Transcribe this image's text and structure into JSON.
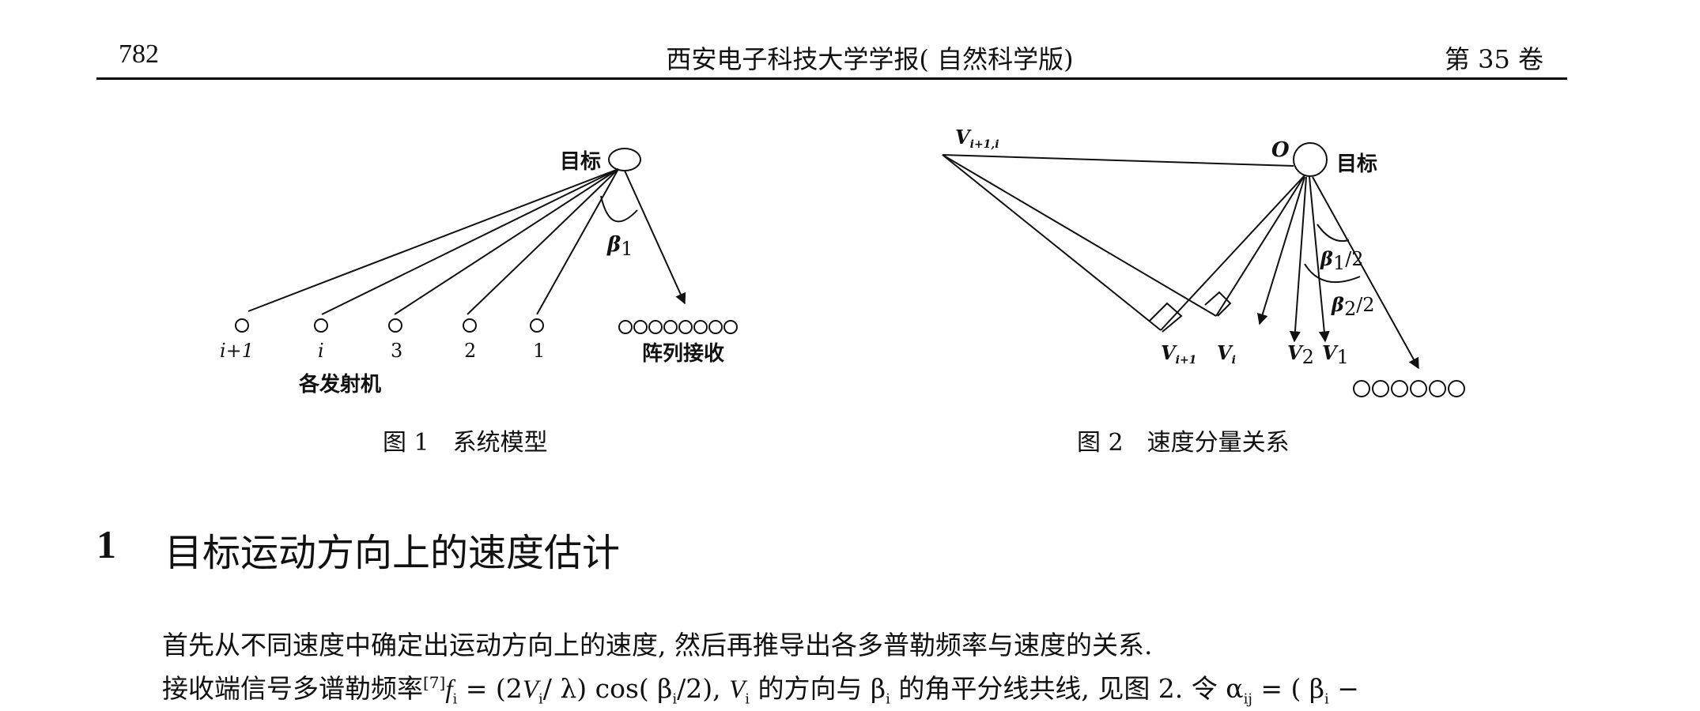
{
  "header": {
    "page_number": "782",
    "journal": "西安电子科技大学学报( 自然科学版)",
    "volume": "第 35 卷"
  },
  "figure1": {
    "target_label": "目标",
    "angle_label": "β",
    "angle_sub": "1",
    "transmitter_labels": [
      "i+1",
      "i",
      "3",
      "2",
      "1"
    ],
    "transmitters_label": "各发射机",
    "receiver_label": "阵列接收",
    "caption": "图 1　系统模型"
  },
  "figure2": {
    "origin_label": "O",
    "target_label": "目标",
    "composite_label": "V",
    "composite_sub": "i+1,i",
    "v_labels": [
      {
        "base": "V",
        "sub": "i+1"
      },
      {
        "base": "V",
        "sub": "i"
      },
      {
        "base": "V",
        "sub": "2"
      },
      {
        "base": "V",
        "sub": "1"
      }
    ],
    "angle1": {
      "base": "β",
      "sub": "1",
      "tail": "/2"
    },
    "angle2": {
      "base": "β",
      "sub": "2",
      "tail": "/2"
    },
    "caption": "图 2　速度分量关系"
  },
  "section": {
    "number": "1",
    "title": "目标运动方向上的速度估计"
  },
  "paragraphs": {
    "p1": "首先从不同速度中确定出运动方向上的速度, 然后再推导出各多普勒频率与速度的关系.",
    "p2_a": "接收端信号多谱勒频率",
    "p2_ref": "[7]",
    "p2_f": "f",
    "p2_fsub": "i",
    "p2_b": " =  (2",
    "p2_v": "V",
    "p2_vsub": "i",
    "p2_c": "/ λ) cos( β",
    "p2_bsub": "i",
    "p2_d": "/2),  ",
    "p2_v2": "V",
    "p2_v2sub": "i",
    "p2_e": " 的方向与 β",
    "p2_e_sub": "i",
    "p2_f2": " 的角平分线共线, 见图 2. 令 α",
    "p2_asub": "ij",
    "p2_g": " =  ( β",
    "p2_gsub": "i",
    "p2_h": " −"
  }
}
